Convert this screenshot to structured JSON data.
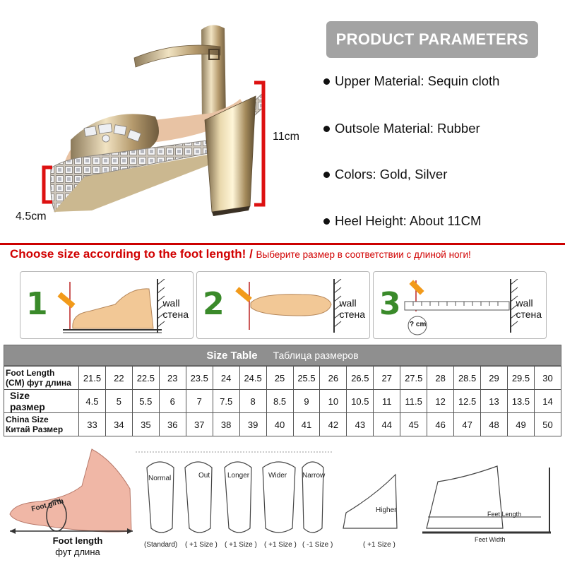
{
  "params": {
    "title": "PRODUCT PARAMETERS",
    "items": [
      "Upper Material: Sequin cloth",
      "Outsole Material: Rubber",
      "Colors: Gold, Silver",
      "Heel Height: About 11CM"
    ]
  },
  "dimensions": {
    "heel": "11cm",
    "platform": "4.5cm"
  },
  "choose": {
    "en": "Choose size according to the foot length!",
    "sep": " / ",
    "ru": "Выберите размер в соответствии с длиной ноги!"
  },
  "steps": [
    {
      "num": "1",
      "wall": "wall",
      "wall_ru": "стена"
    },
    {
      "num": "2",
      "wall": "wall",
      "wall_ru": "стена"
    },
    {
      "num": "3",
      "wall": "wall",
      "wall_ru": "стена",
      "marker": "? cm"
    }
  ],
  "size_table": {
    "title_en": "Size Table",
    "title_ru": "Таблица размеров",
    "rows": [
      {
        "label_en": "Foot Length",
        "label_ru": "(CM) фут длина",
        "values": [
          "21.5",
          "22",
          "22.5",
          "23",
          "23.5",
          "24",
          "24.5",
          "25",
          "25.5",
          "26",
          "26.5",
          "27",
          "27.5",
          "28",
          "28.5",
          "29",
          "29.5",
          "30"
        ]
      },
      {
        "label_en": "Size",
        "label_ru": "размер",
        "values": [
          "4.5",
          "5",
          "5.5",
          "6",
          "7",
          "7.5",
          "8",
          "8.5",
          "9",
          "10",
          "10.5",
          "11",
          "11.5",
          "12",
          "12.5",
          "13",
          "13.5",
          "14"
        ]
      },
      {
        "label_en": "China Size",
        "label_ru": "Китай Размер",
        "values": [
          "33",
          "34",
          "35",
          "36",
          "37",
          "38",
          "39",
          "40",
          "41",
          "42",
          "43",
          "44",
          "45",
          "46",
          "47",
          "48",
          "49",
          "50"
        ]
      }
    ]
  },
  "bottom": {
    "foot_girth": "Foot girth",
    "foot_length": "Foot length",
    "foot_length_ru": "фут длина",
    "types": [
      "Normal",
      "Out",
      "Longer",
      "Wider",
      "Narrow"
    ],
    "type_sizes": [
      "(Standard)",
      "( +1 Size )",
      "( +1 Size )",
      "( +1 Size )",
      "( -1 Size )"
    ],
    "higher": "Higher",
    "higher_size": "( +1 Size )",
    "feet_length": "Feet Length",
    "feet_width": "Feet Width"
  }
}
